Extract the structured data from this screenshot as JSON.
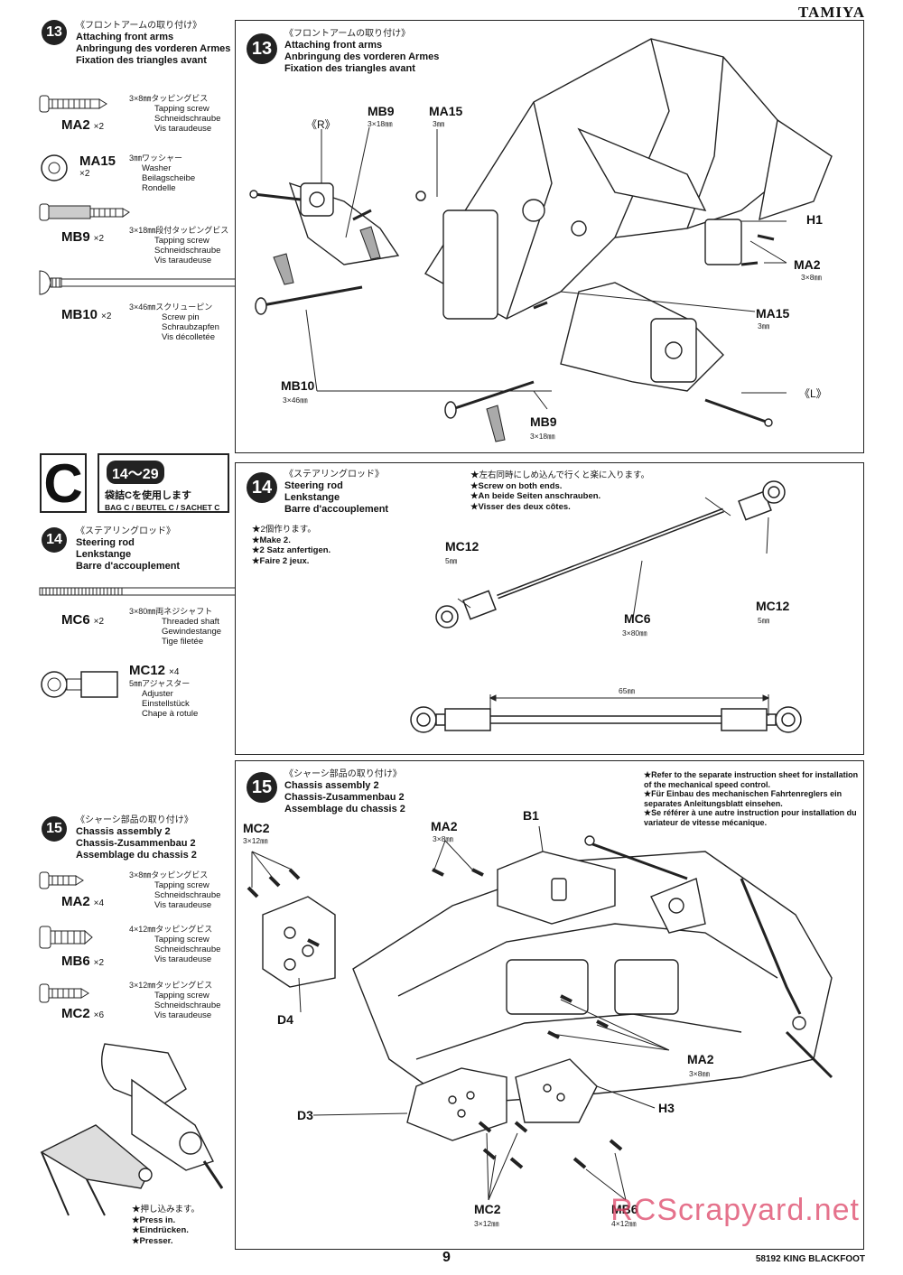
{
  "brand": "TAMIYA",
  "step13": {
    "number": "13",
    "title_jp": "《フロントアームの取り付け》",
    "title_en": "Attaching front arms",
    "title_de": "Anbringung des vorderen Armes",
    "title_fr": "Fixation des triangles avant",
    "parts": [
      {
        "code": "MA2",
        "mult": "×2",
        "jp": "3×8㎜タッピングビス",
        "en": "Tapping screw",
        "de": "Schneidschraube",
        "fr": "Vis taraudeuse"
      },
      {
        "code": "MA15",
        "mult": "×2",
        "jp": "3㎜ワッシャー",
        "en": "Washer",
        "de": "Beilagscheibe",
        "fr": "Rondelle"
      },
      {
        "code": "MB9",
        "mult": "×2",
        "jp": "3×18㎜段付タッピングビス",
        "en": "Tapping screw",
        "de": "Schneidschraube",
        "fr": "Vis taraudeuse"
      },
      {
        "code": "MB10",
        "mult": "×2",
        "jp": "3×46㎜スクリューピン",
        "en": "Screw pin",
        "de": "Schraubzapfen",
        "fr": "Vis décolletée"
      }
    ],
    "diagram": {
      "R": "《R》",
      "L": "《L》",
      "H1": "H1",
      "MB9": "MB9",
      "MB9_size": "3×18㎜",
      "MA15": "MA15",
      "MA15_size": "3㎜",
      "MA2": "MA2",
      "MA2_size": "3×8㎜",
      "MB10": "MB10",
      "MB10_size": "3×46㎜"
    }
  },
  "bagC": {
    "letter": "C",
    "range": "14～29",
    "jp": "袋詰Cを使用します",
    "langs": "BAG C / BEUTEL C / SACHET C"
  },
  "step14": {
    "number": "14",
    "title_jp": "《ステアリングロッド》",
    "title_en": "Steering rod",
    "title_de": "Lenkstange",
    "title_fr": "Barre d'accouplement",
    "parts": [
      {
        "code": "MC6",
        "mult": "×2",
        "jp": "3×80㎜両ネジシャフト",
        "en": "Threaded shaft",
        "de": "Gewindestange",
        "fr": "Tige filetée"
      },
      {
        "code": "MC12",
        "mult": "×4",
        "jp": "5㎜アジャスター",
        "en": "Adjuster",
        "de": "Einstellstück",
        "fr": "Chape à rotule"
      }
    ],
    "make2": {
      "jp": "★2個作ります。",
      "en": "★Make 2.",
      "de": "★2 Satz anfertigen.",
      "fr": "★Faire 2 jeux."
    },
    "screw_note": {
      "jp": "★左右同時にしめ込んで行くと楽に入ります。",
      "en": "★Screw on both ends.",
      "de": "★An beide Seiten anschrauben.",
      "fr": "★Visser des deux côtes."
    },
    "diagram": {
      "mc12_left": "MC12",
      "mc12_left_size": "5㎜",
      "mc6": "MC6",
      "mc6_size": "3×80㎜",
      "mc12_right": "MC12",
      "mc12_right_size": "5㎜",
      "length": "65㎜"
    }
  },
  "step15": {
    "number": "15",
    "title_jp": "《シャーシ部品の取り付け》",
    "title_en": "Chassis assembly 2",
    "title_de": "Chassis-Zusammenbau 2",
    "title_fr": "Assemblage du chassis 2",
    "parts": [
      {
        "code": "MA2",
        "mult": "×4",
        "jp": "3×8㎜タッピングビス",
        "en": "Tapping screw",
        "de": "Schneidschraube",
        "fr": "Vis taraudeuse"
      },
      {
        "code": "MB6",
        "mult": "×2",
        "jp": "4×12㎜タッピングビス",
        "en": "Tapping screw",
        "de": "Schneidschraube",
        "fr": "Vis taraudeuse"
      },
      {
        "code": "MC2",
        "mult": "×6",
        "jp": "3×12㎜タッピングビス",
        "en": "Tapping screw",
        "de": "Schneidschraube",
        "fr": "Vis taraudeuse"
      }
    ],
    "press": {
      "jp": "★押し込みます。",
      "en": "★Press in.",
      "de": "★Eindrücken.",
      "fr": "★Presser."
    },
    "mech_note": {
      "en": "★Refer to the separate instruction sheet for installation of the mechanical speed control.",
      "de": "★Für Einbau des mechanischen Fahrtenreglers ein separates Anleitungsblatt einsehen.",
      "fr": "★Se référer à une autre instruction pour installation du variateur de vitesse mécanique."
    },
    "diagram": {
      "MC2_top": "MC2",
      "MC2_top_size": "3×12㎜",
      "MA2_top": "MA2",
      "MA2_top_size": "3×8㎜",
      "B1": "B1",
      "D4": "D4",
      "D3": "D3",
      "H3": "H3",
      "MA2_right": "MA2",
      "MA2_right_size": "3×8㎜",
      "MC2_bottom": "MC2",
      "MC2_bottom_size": "3×12㎜",
      "MB6": "MB6",
      "MB6_size": "4×12㎜"
    }
  },
  "footer": {
    "page_number": "9",
    "model": "58192 KING BLACKFOOT",
    "watermark": "RCScrapyard.net"
  }
}
